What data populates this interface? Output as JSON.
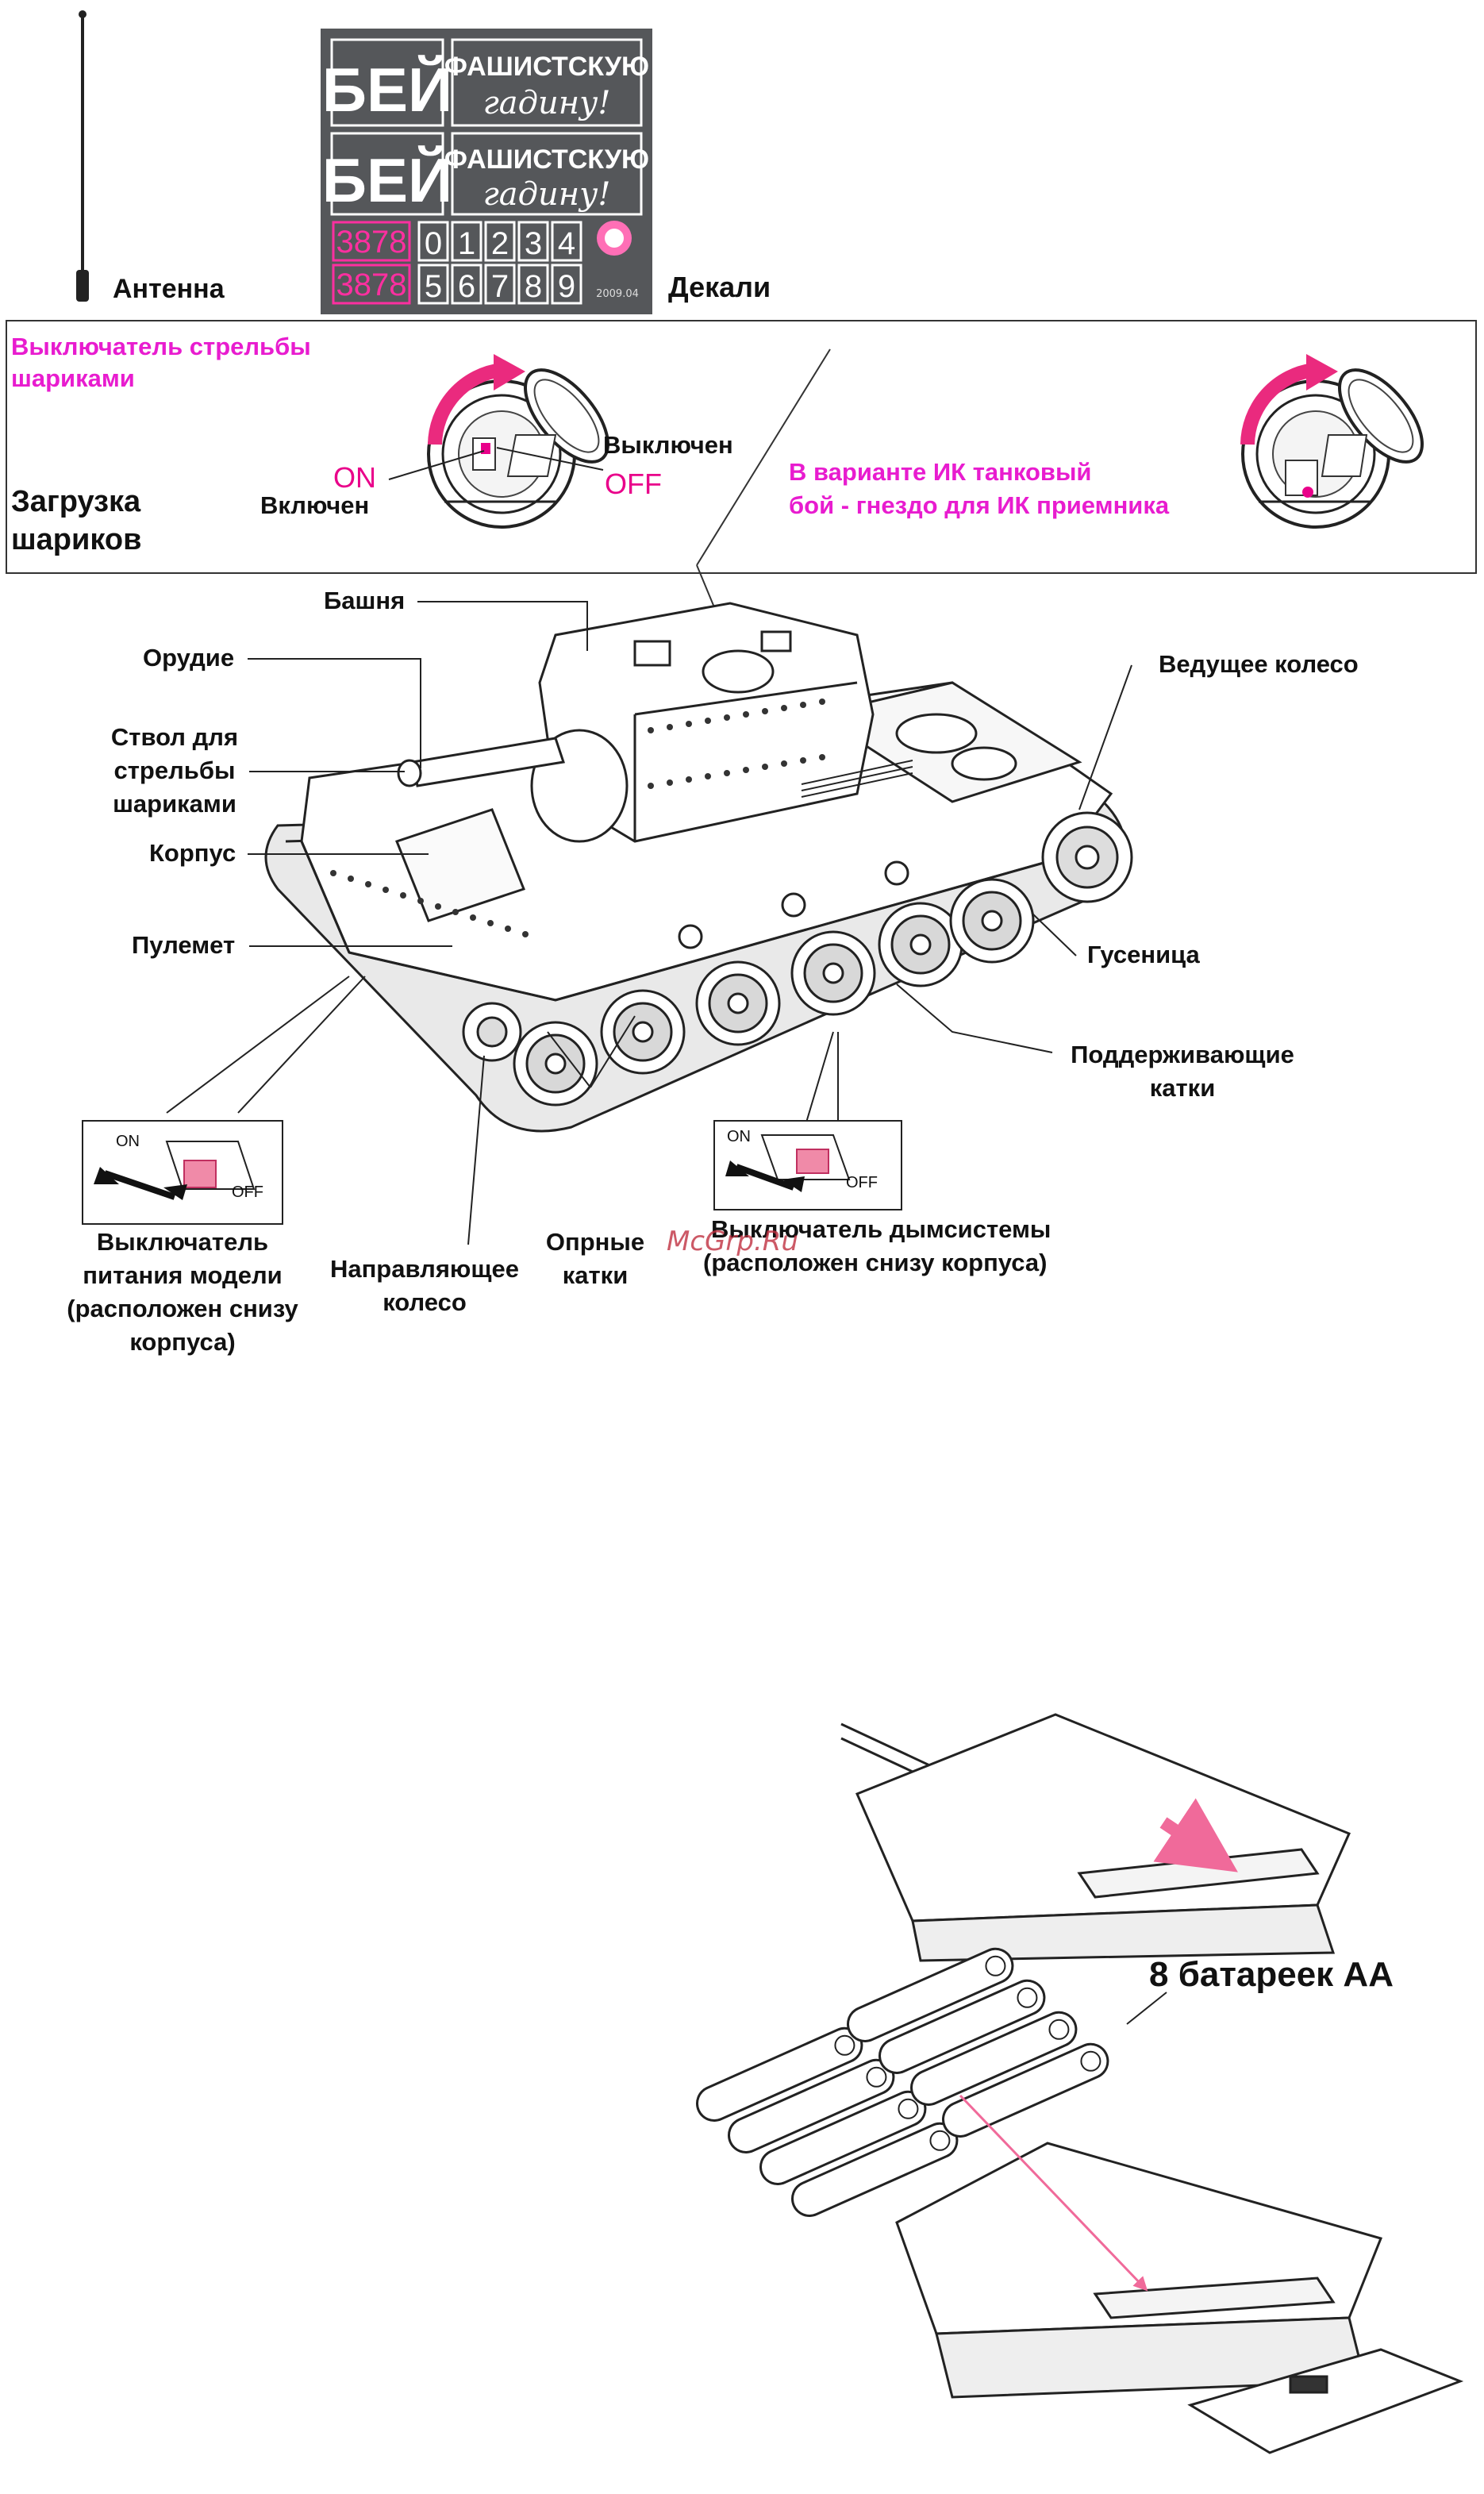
{
  "top": {
    "antenna_label": "Антенна",
    "decals_label": "Декали",
    "decals": {
      "row1_big": "БЕЙ",
      "row1_small_a": "ФАШИСТСКУЮ",
      "row1_small_b": "гадину!",
      "row2_big": "БЕЙ",
      "row2_small_a": "ФАШИСТСКУЮ",
      "row2_small_b": "гадину!",
      "num_a": "3878",
      "num_b": "3878",
      "digits_top": [
        "0",
        "1",
        "2",
        "3",
        "4"
      ],
      "digits_bottom": [
        "5",
        "6",
        "7",
        "8",
        "9"
      ],
      "year": "2009.04"
    }
  },
  "callout_box": {
    "ball_switch_title": "Выключатель стрельбы шариками",
    "ball_switch_line1": "Выключатель стрельбы",
    "ball_switch_line2": "шариками",
    "loading_line1": "Загрузка",
    "loading_line2": "шариков",
    "on_text": "ON",
    "on_label": "Включен",
    "off_label": "Выключен",
    "off_text": "OFF",
    "ir_line1": "В варианте ИК танковый",
    "ir_line2": "бой - гнездо для ИК приемника"
  },
  "tank_labels": {
    "turret": "Башня",
    "gun": "Орудие",
    "barrel_line1": "Ствол для",
    "barrel_line2": "стрельбы",
    "barrel_line3": "шариками",
    "hull": "Корпус",
    "machine_gun": "Пулемет",
    "drive_wheel": "Ведущее колесо",
    "track": "Гусеница",
    "support_line1": "Поддерживающие",
    "support_line2": "катки",
    "power_line1": "Выключатель",
    "power_line2": "питания модели",
    "power_line3": "(расположен снизу",
    "power_line4": "корпуса)",
    "idler_line1": "Направляющее",
    "idler_line2": "колесо",
    "road_line1": "Опрные",
    "road_line2": "катки",
    "smoke_line1": "Выключатель дымсистемы",
    "smoke_line2": "(расположен снизу корпуса)",
    "switch_on": "ON",
    "switch_off": "OFF",
    "watermark": "McGrp.Ru"
  },
  "battery": {
    "label": "8 батареек АА"
  },
  "colors": {
    "accent_pink": "#e81ccf",
    "magenta": "#e9008a",
    "decal_bg": "#55575a",
    "switch_pink": "#f08aa8"
  }
}
